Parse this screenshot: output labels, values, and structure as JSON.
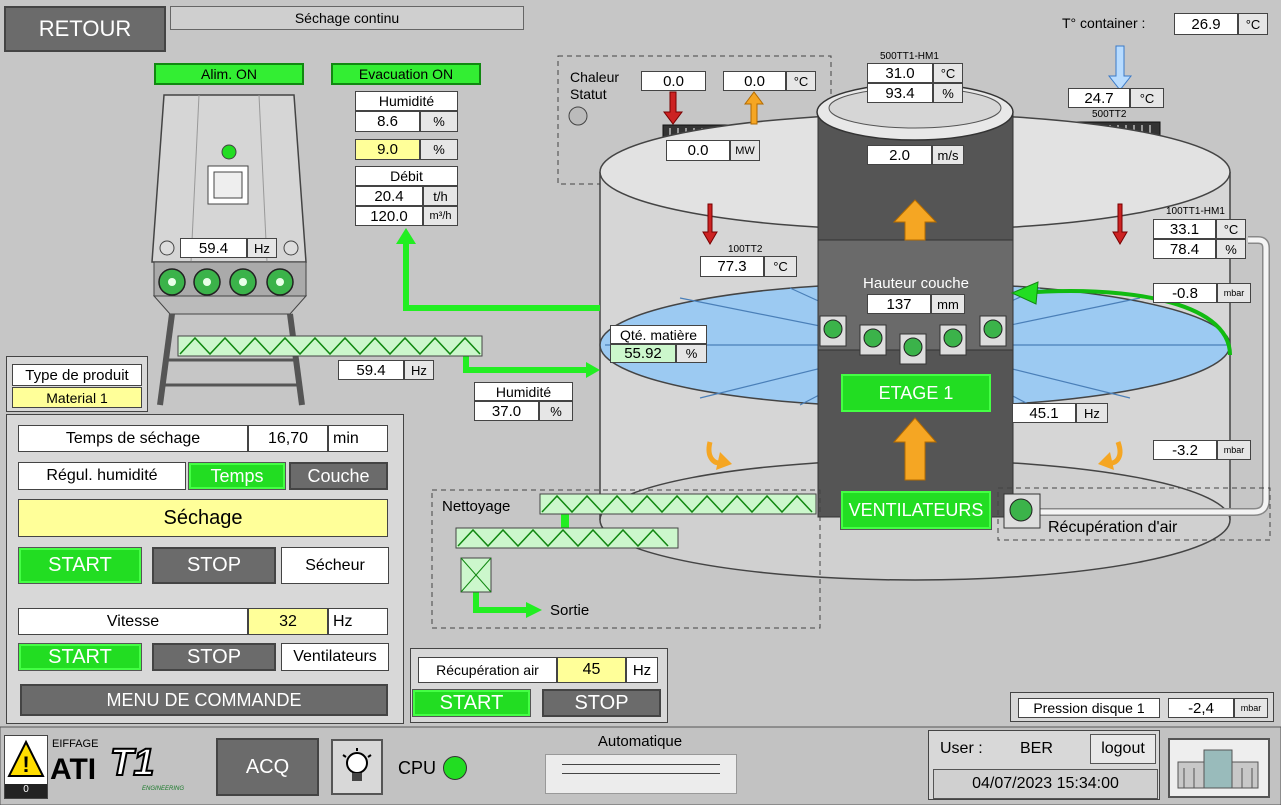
{
  "header": {
    "back_label": "RETOUR",
    "title": "Séchage continu",
    "container_temp_label": "T° container :",
    "container_temp": "26.9",
    "unit_c": "°C"
  },
  "feeder": {
    "alim": "Alim. ON",
    "evac": "Evacuation ON",
    "hz": "59.4",
    "hz_unit": "Hz"
  },
  "humidity_top": {
    "label": "Humidité",
    "value": "8.6",
    "unit": "%",
    "setpoint": "9.0"
  },
  "debit": {
    "label": "Débit",
    "th": "20.4",
    "th_unit": "t/h",
    "m3h": "120.0",
    "m3h_unit": "m³/h"
  },
  "heat": {
    "label": "Chaleur Statut",
    "v1": "0.0",
    "v2": "0.0",
    "unit_c": "°C",
    "mw": "0.0",
    "mw_unit": "MW"
  },
  "tt_500_hm1": {
    "label": "500TT1-HM1",
    "c": "31.0",
    "pct": "93.4"
  },
  "air_speed": {
    "value": "2.0",
    "unit": "m/s"
  },
  "tt_500_2": {
    "label": "500TT2",
    "value": "24.7"
  },
  "tt_100_2": {
    "label": "100TT2",
    "value": "77.3"
  },
  "tt_100_hm1": {
    "label": "100TT1-HM1",
    "c": "33.1",
    "pct": "78.4"
  },
  "pressures": {
    "p1": "-0.8",
    "p2": "-3.2",
    "unit": "mbar"
  },
  "layer": {
    "label": "Hauteur couche",
    "value": "137",
    "unit": "mm"
  },
  "qty": {
    "label": "Qté. matière",
    "value": "55.92",
    "unit": "%"
  },
  "screw_hz": "59.4",
  "humidity_bottom": {
    "label": "Humidité",
    "value": "37.0",
    "unit": "%"
  },
  "etage": "ETAGE 1",
  "fan_hz": "45.1",
  "ventilateurs": "VENTILATEURS",
  "recup": "Récupération d'air",
  "nettoyage": "Nettoyage",
  "sortie": "Sortie",
  "product": {
    "label": "Type de produit",
    "value": "Material 1"
  },
  "control": {
    "time_label": "Temps de séchage",
    "time_value": "16,70",
    "time_unit": "min",
    "regul_label": "Régul. humidité",
    "regul_temps": "Temps",
    "regul_couche": "Couche",
    "status": "Séchage",
    "start": "START",
    "stop": "STOP",
    "secheur": "Sécheur",
    "speed_label": "Vitesse",
    "speed_value": "32",
    "speed_unit": "Hz",
    "ventilateurs": "Ventilateurs",
    "menu": "MENU DE COMMANDE"
  },
  "recup_air": {
    "label": "Récupération air",
    "value": "45",
    "unit": "Hz",
    "start": "START",
    "stop": "STOP"
  },
  "disc_pressure": {
    "label": "Pression disque 1",
    "value": "-2,4",
    "unit": "mbar"
  },
  "footer": {
    "alarm_count": "0",
    "brand1": "EIFFAGE",
    "brand2": "ATI",
    "brand3": "T1",
    "brand4": "ENGINEERING",
    "acq": "ACQ",
    "cpu": "CPU",
    "mode": "Automatique",
    "user_label": "User :",
    "user": "BER",
    "logout": "logout",
    "datetime": "04/07/2023 15:34:00"
  },
  "colors": {
    "green": "#22dd22",
    "yellow": "#ffff99",
    "bg": "#c6c6c6",
    "orange": "#f5a623",
    "red": "#cc2222"
  }
}
